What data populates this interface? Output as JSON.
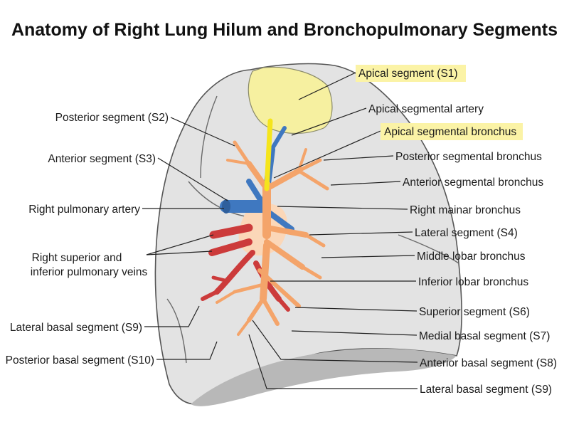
{
  "title": "Anatomy of Right Lung Hilum and Bronchopulmonary Segments",
  "colors": {
    "lung_fill": "#e3e3e3",
    "lung_fill_light": "#ececec",
    "lung_outline": "#555555",
    "diaphragm": "#b8b8b8",
    "apical_segment": "#f6f0a0",
    "highlight": "#fbf3a6",
    "bronchus": "#f4a46a",
    "bronchus_light": "#fbd7b8",
    "artery": "#3f78c0",
    "vein": "#cc3b3b",
    "apical_bronchus": "#f5e51c"
  },
  "labels": {
    "apical_segment": "Apical segment (S1)",
    "apical_segmental_artery": "Apical segmental artery",
    "apical_segmental_bronchus": "Apical segmental bronchus",
    "posterior_segmental_bronchus": "Posterior segmental bronchus",
    "anterior_segmental_bronchus": "Anterior segmental bronchus",
    "right_mainar_bronchus": "Right mainar bronchus",
    "lateral_segment": "Lateral segment (S4)",
    "middle_lobar_bronchus": "Middle lobar bronchus",
    "inferior_lobar_bronchus": "Inferior lobar bronchus",
    "superior_segment": "Superior segment (S6)",
    "medial_basal_segment": "Medial basal segment (S7)",
    "anterior_basal_segment": "Anterior basal segment (S8)",
    "lateral_basal_segment_right": "Lateral basal segment (S9)",
    "posterior_segment": "Posterior segment (S2)",
    "anterior_segment": "Anterior segment (S3)",
    "right_pulmonary_artery": "Right pulmonary artery",
    "pulmonary_veins_line1": "Right superior and",
    "pulmonary_veins_line2": "inferior pulmonary veins",
    "lateral_basal_segment_left": "Lateral basal segment (S9)",
    "posterior_basal_segment": "Posterior basal segment (S10)"
  }
}
